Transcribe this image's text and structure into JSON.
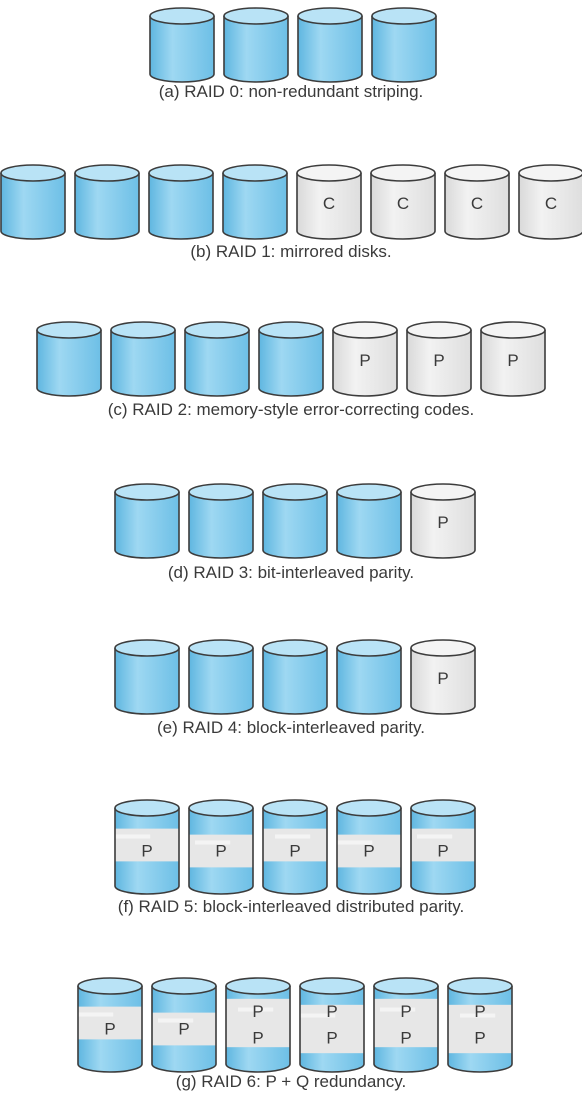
{
  "colors": {
    "data_body": "#8fd0ee",
    "data_body_dark": "#5db4df",
    "data_top": "#b9e3f6",
    "check_body": "#e7e7e7",
    "check_top": "#f4f4f4",
    "stroke": "#3c3c3c",
    "text": "#3a3a3a"
  },
  "panels": [
    {
      "id": "raid0",
      "caption": "(a) RAID 0: non-redundant striping.",
      "disks": [
        {
          "kind": "data",
          "labels": []
        },
        {
          "kind": "data",
          "labels": []
        },
        {
          "kind": "data",
          "labels": []
        },
        {
          "kind": "data",
          "labels": []
        }
      ]
    },
    {
      "id": "raid1",
      "caption": "(b) RAID 1: mirrored disks.",
      "disks": [
        {
          "kind": "data",
          "labels": []
        },
        {
          "kind": "data",
          "labels": []
        },
        {
          "kind": "data",
          "labels": []
        },
        {
          "kind": "data",
          "labels": []
        },
        {
          "kind": "check",
          "labels": [
            "C"
          ]
        },
        {
          "kind": "check",
          "labels": [
            "C"
          ]
        },
        {
          "kind": "check",
          "labels": [
            "C"
          ]
        },
        {
          "kind": "check",
          "labels": [
            "C"
          ]
        }
      ]
    },
    {
      "id": "raid2",
      "caption": "(c) RAID 2: memory-style error-correcting codes.",
      "disks": [
        {
          "kind": "data",
          "labels": []
        },
        {
          "kind": "data",
          "labels": []
        },
        {
          "kind": "data",
          "labels": []
        },
        {
          "kind": "data",
          "labels": []
        },
        {
          "kind": "check",
          "labels": [
            "P"
          ]
        },
        {
          "kind": "check",
          "labels": [
            "P"
          ]
        },
        {
          "kind": "check",
          "labels": [
            "P"
          ]
        }
      ]
    },
    {
      "id": "raid3",
      "caption": "(d) RAID 3: bit-interleaved parity.",
      "disks": [
        {
          "kind": "data",
          "labels": []
        },
        {
          "kind": "data",
          "labels": []
        },
        {
          "kind": "data",
          "labels": []
        },
        {
          "kind": "data",
          "labels": []
        },
        {
          "kind": "check",
          "labels": [
            "P"
          ]
        }
      ]
    },
    {
      "id": "raid4",
      "caption": "(e) RAID 4: block-interleaved parity.",
      "disks": [
        {
          "kind": "data",
          "labels": []
        },
        {
          "kind": "data",
          "labels": []
        },
        {
          "kind": "data",
          "labels": []
        },
        {
          "kind": "data",
          "labels": []
        },
        {
          "kind": "check",
          "labels": [
            "P"
          ]
        }
      ]
    },
    {
      "id": "raid5",
      "caption": "(f) RAID 5: block-interleaved distributed parity.",
      "disks": [
        {
          "kind": "mixed",
          "labels": [
            "P"
          ]
        },
        {
          "kind": "mixed",
          "labels": [
            "P"
          ]
        },
        {
          "kind": "mixed",
          "labels": [
            "P"
          ]
        },
        {
          "kind": "mixed",
          "labels": [
            "P"
          ]
        },
        {
          "kind": "mixed",
          "labels": [
            "P"
          ]
        }
      ]
    },
    {
      "id": "raid6",
      "caption": "(g) RAID 6: P + Q redundancy.",
      "disks": [
        {
          "kind": "mixed",
          "labels": [
            "P"
          ]
        },
        {
          "kind": "mixed",
          "labels": [
            "P"
          ]
        },
        {
          "kind": "mixed",
          "labels": [
            "P",
            "P"
          ]
        },
        {
          "kind": "mixed",
          "labels": [
            "P",
            "P"
          ]
        },
        {
          "kind": "mixed",
          "labels": [
            "P",
            "P"
          ]
        },
        {
          "kind": "mixed",
          "labels": [
            "P",
            "P"
          ]
        }
      ]
    }
  ]
}
